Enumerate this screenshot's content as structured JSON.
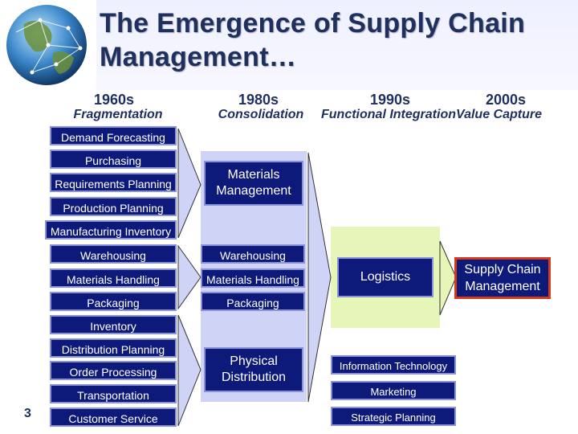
{
  "title": "The Emergence of Supply Chain Management…",
  "eras": [
    {
      "year": "1960s",
      "label": "Fragmentation"
    },
    {
      "year": "1980s",
      "label": "Consolidation"
    },
    {
      "year": "1990s",
      "label": "Functional Integration"
    },
    {
      "year": "2000s",
      "label": "Value Capture"
    }
  ],
  "col1960": [
    "Demand Forecasting",
    "Purchasing",
    "Requirements Planning",
    "Production Planning",
    "Manufacturing Inventory",
    "Warehousing",
    "Materials Handling",
    "Packaging",
    "Inventory",
    "Distribution Planning",
    "Order Processing",
    "Transportation",
    "Customer Service"
  ],
  "col1980": {
    "materials": "Materials Management",
    "warehousing": "Warehousing",
    "handling": "Materials Handling",
    "packaging": "Packaging",
    "physical": "Physical Distribution"
  },
  "col1990": {
    "logistics": "Logistics",
    "it": "Information Technology",
    "marketing": "Marketing",
    "strategic": "Strategic Planning"
  },
  "col2000": {
    "scm": "Supply Chain Management"
  },
  "page_number": "3",
  "colors": {
    "box": "#0e1a7a",
    "title": "#1f2f5e",
    "panel_1980": "#cfd3f5",
    "panel_1990": "#e6f5b8",
    "scm_border": "#d23a1a"
  }
}
